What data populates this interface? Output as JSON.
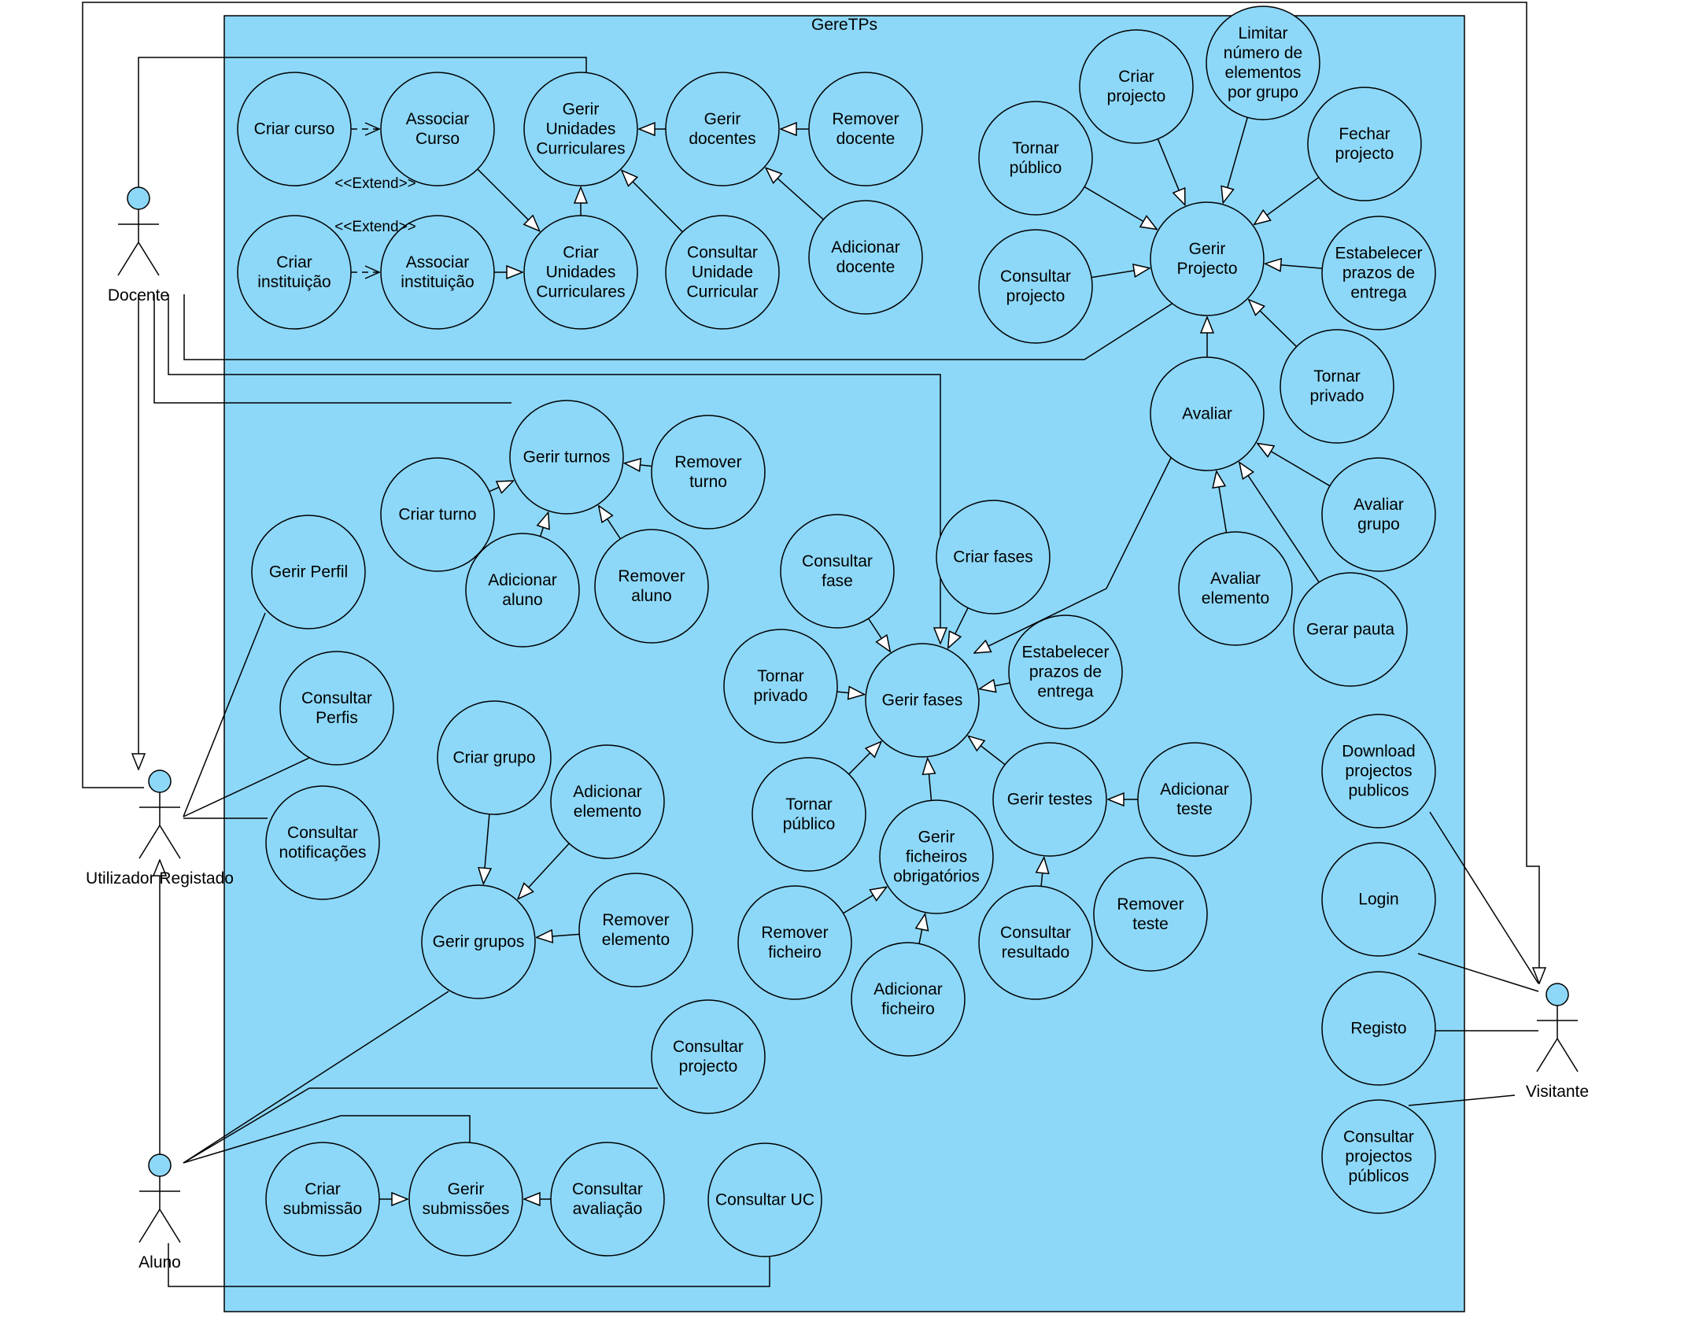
{
  "colors": {
    "system_fill": "#8dd8f8",
    "usecase_fill": "#8dd8f8",
    "actor_head_fill": "#8dd8f8",
    "line": "#000000",
    "background": "#ffffff"
  },
  "system": {
    "title": "GereTPs"
  },
  "actors": [
    {
      "id": "docente",
      "label": "Docente"
    },
    {
      "id": "utilizador",
      "label": "Utilizador Registado"
    },
    {
      "id": "aluno",
      "label": "Aluno"
    },
    {
      "id": "visitante",
      "label": "Visitante"
    }
  ],
  "stereotypes": {
    "extend": "<<Extend>>"
  },
  "use_cases": [
    {
      "id": "criar_curso",
      "lines": [
        "Criar curso"
      ]
    },
    {
      "id": "associar_curso",
      "lines": [
        "Associar",
        "Curso"
      ]
    },
    {
      "id": "gerir_uc",
      "lines": [
        "Gerir",
        "Unidades",
        "Curriculares"
      ]
    },
    {
      "id": "gerir_docentes",
      "lines": [
        "Gerir",
        "docentes"
      ]
    },
    {
      "id": "remover_docente",
      "lines": [
        "Remover",
        "docente"
      ]
    },
    {
      "id": "criar_instituicao",
      "lines": [
        "Criar",
        "instituição"
      ]
    },
    {
      "id": "associar_instituicao",
      "lines": [
        "Associar",
        "instituição"
      ]
    },
    {
      "id": "criar_uc",
      "lines": [
        "Criar",
        "Unidades",
        "Curriculares"
      ]
    },
    {
      "id": "consultar_uc_full",
      "lines": [
        "Consultar",
        "Unidade",
        "Curricular"
      ]
    },
    {
      "id": "adicionar_docente",
      "lines": [
        "Adicionar",
        "docente"
      ]
    },
    {
      "id": "criar_projecto",
      "lines": [
        "Criar",
        "projecto"
      ]
    },
    {
      "id": "limitar",
      "lines": [
        "Limitar",
        "número de",
        "elementos",
        "por grupo"
      ]
    },
    {
      "id": "tornar_publico_p",
      "lines": [
        "Tornar",
        "público"
      ]
    },
    {
      "id": "fechar_projecto",
      "lines": [
        "Fechar",
        "projecto"
      ]
    },
    {
      "id": "gerir_projecto",
      "lines": [
        "Gerir",
        "Projecto"
      ]
    },
    {
      "id": "consultar_projecto_d",
      "lines": [
        "Consultar",
        "projecto"
      ]
    },
    {
      "id": "estab_prazos_p",
      "lines": [
        "Estabelecer",
        "prazos de",
        "entrega"
      ]
    },
    {
      "id": "tornar_privado_p",
      "lines": [
        "Tornar",
        "privado"
      ]
    },
    {
      "id": "avaliar",
      "lines": [
        "Avaliar"
      ]
    },
    {
      "id": "avaliar_grupo",
      "lines": [
        "Avaliar",
        "grupo"
      ]
    },
    {
      "id": "avaliar_elemento",
      "lines": [
        "Avaliar",
        "elemento"
      ]
    },
    {
      "id": "gerar_pauta",
      "lines": [
        "Gerar pauta"
      ]
    },
    {
      "id": "gerir_turnos",
      "lines": [
        "Gerir turnos"
      ]
    },
    {
      "id": "remover_turno",
      "lines": [
        "Remover",
        "turno"
      ]
    },
    {
      "id": "criar_turno",
      "lines": [
        "Criar turno"
      ]
    },
    {
      "id": "adicionar_aluno",
      "lines": [
        "Adicionar",
        "aluno"
      ]
    },
    {
      "id": "remover_aluno",
      "lines": [
        "Remover",
        "aluno"
      ]
    },
    {
      "id": "gerir_perfil",
      "lines": [
        "Gerir Perfil"
      ]
    },
    {
      "id": "consultar_perfis",
      "lines": [
        "Consultar",
        "Perfis"
      ]
    },
    {
      "id": "consultar_notificacoes",
      "lines": [
        "Consultar",
        "notificações"
      ]
    },
    {
      "id": "criar_grupo",
      "lines": [
        "Criar grupo"
      ]
    },
    {
      "id": "adicionar_elemento",
      "lines": [
        "Adicionar",
        "elemento"
      ]
    },
    {
      "id": "gerir_grupos",
      "lines": [
        "Gerir grupos"
      ]
    },
    {
      "id": "remover_elemento",
      "lines": [
        "Remover",
        "elemento"
      ]
    },
    {
      "id": "consultar_projecto_a",
      "lines": [
        "Consultar",
        "projecto"
      ]
    },
    {
      "id": "criar_submissao",
      "lines": [
        "Criar",
        "submissão"
      ]
    },
    {
      "id": "gerir_submissoes",
      "lines": [
        "Gerir",
        "submissões"
      ]
    },
    {
      "id": "consultar_avaliacao",
      "lines": [
        "Consultar",
        "avaliação"
      ]
    },
    {
      "id": "consultar_uc",
      "lines": [
        "Consultar UC"
      ]
    },
    {
      "id": "consultar_fase",
      "lines": [
        "Consultar",
        "fase"
      ]
    },
    {
      "id": "criar_fases",
      "lines": [
        "Criar fases"
      ]
    },
    {
      "id": "tornar_privado_f",
      "lines": [
        "Tornar",
        "privado"
      ]
    },
    {
      "id": "gerir_fases",
      "lines": [
        "Gerir fases"
      ]
    },
    {
      "id": "estab_prazos_f",
      "lines": [
        "Estabelecer",
        "prazos de",
        "entrega"
      ]
    },
    {
      "id": "tornar_publico_f",
      "lines": [
        "Tornar",
        "público"
      ]
    },
    {
      "id": "gerir_testes",
      "lines": [
        "Gerir testes"
      ]
    },
    {
      "id": "adicionar_teste",
      "lines": [
        "Adicionar",
        "teste"
      ]
    },
    {
      "id": "gerir_ficheiros",
      "lines": [
        "Gerir",
        "ficheiros",
        "obrigatórios"
      ]
    },
    {
      "id": "remover_ficheiro",
      "lines": [
        "Remover",
        "ficheiro"
      ]
    },
    {
      "id": "consultar_resultado",
      "lines": [
        "Consultar",
        "resultado"
      ]
    },
    {
      "id": "remover_teste",
      "lines": [
        "Remover",
        "teste"
      ]
    },
    {
      "id": "adicionar_ficheiro",
      "lines": [
        "Adicionar",
        "ficheiro"
      ]
    },
    {
      "id": "download_publicos",
      "lines": [
        "Download",
        "projectos",
        "publicos"
      ]
    },
    {
      "id": "login",
      "lines": [
        "Login"
      ]
    },
    {
      "id": "registo",
      "lines": [
        "Registo"
      ]
    },
    {
      "id": "consultar_publicos",
      "lines": [
        "Consultar",
        "projectos",
        "públicos"
      ]
    }
  ]
}
